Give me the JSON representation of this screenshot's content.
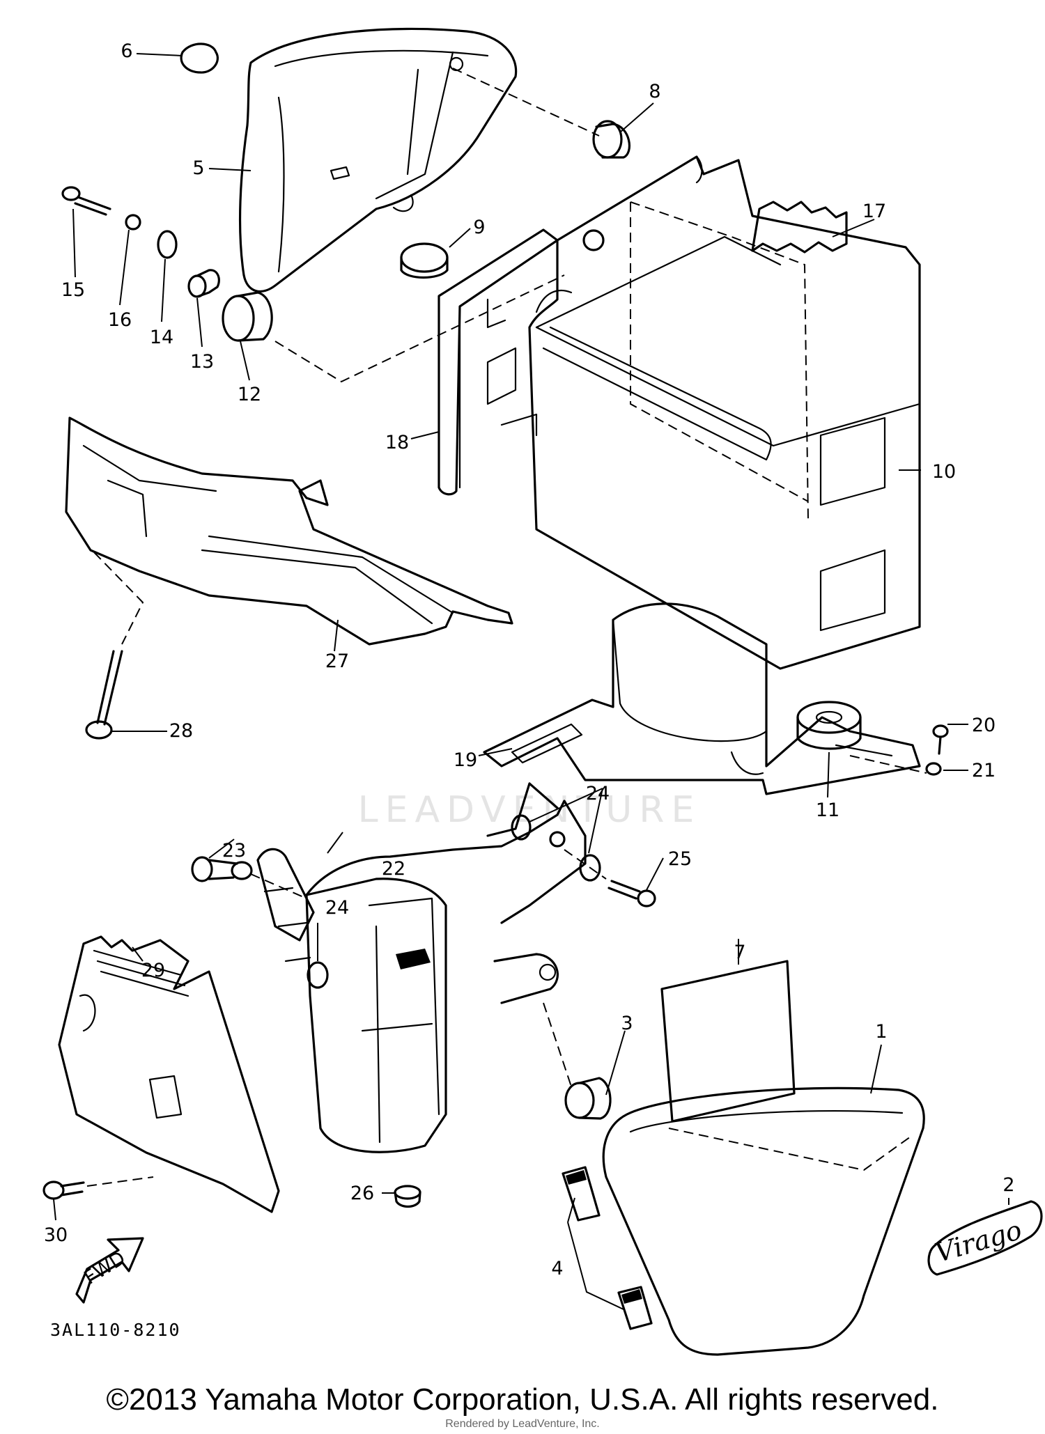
{
  "callouts": {
    "c1": "1",
    "c2": "2",
    "c3": "3",
    "c4": "4",
    "c5": "5",
    "c6": "6",
    "c7": "7",
    "c8": "8",
    "c9": "9",
    "c10": "10",
    "c11": "11",
    "c12": "12",
    "c13": "13",
    "c14": "14",
    "c15": "15",
    "c16": "16",
    "c17": "17",
    "c18": "18",
    "c19": "19",
    "c20": "20",
    "c21": "21",
    "c22": "22",
    "c23": "23",
    "c24a": "24",
    "c24b": "24",
    "c25": "25",
    "c26": "26",
    "c27": "27",
    "c28": "28",
    "c29": "29",
    "c30": "30"
  },
  "watermark": "LEADVENTURE",
  "direction_label": "FWD",
  "emblem_text": "Virago",
  "diagram_code": "3AL110-8210",
  "copyright": "©2013 Yamaha Motor Corporation, U.S.A. All rights reserved.",
  "rendered_by": "Rendered by LeadVenture, Inc."
}
